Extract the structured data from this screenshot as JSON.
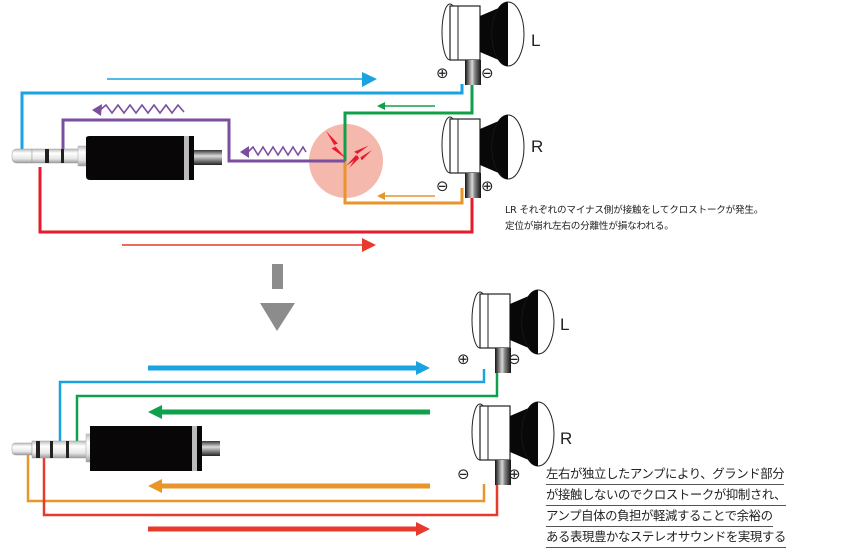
{
  "colors": {
    "left_positive": "#1aa3e0",
    "left_negative": "#0ea04a",
    "right_positive": "#e8292d",
    "right_negative": "#e8962a",
    "shared_ground": "#7b4fa0",
    "crosstalk_zone": "#f4b8ac",
    "spark": "#e8192d",
    "transition_arrow": "#8c8c8c"
  },
  "top_diagram": {
    "left_channel_label": "L",
    "right_channel_label": "R",
    "left_plus_symbol": "⊕",
    "left_minus_symbol": "⊖",
    "right_minus_symbol": "⊖",
    "right_plus_symbol": "⊕",
    "caption_lines": [
      "LR それぞれのマイナス側が接触をしてクロストークが発生。",
      "定位が崩れ左右の分離性が損なわれる。"
    ]
  },
  "bottom_diagram": {
    "left_channel_label": "L",
    "right_channel_label": "R",
    "left_plus_symbol": "⊕",
    "left_minus_symbol": "⊖",
    "right_minus_symbol": "⊖",
    "right_plus_symbol": "⊕",
    "caption_lines": [
      "左右が独立したアンプにより、グランド部分",
      "が接触しないのでクロストークが抑制され、",
      "アンプ自体の負担が軽減することで余裕の",
      "ある表現豊かなステレオサウンドを実現する"
    ]
  },
  "icons": {
    "plug": "headphone-plug-icon",
    "earphone": "earphone-icon",
    "spark": "lightning-icon",
    "down_arrow": "down-arrow-icon"
  }
}
